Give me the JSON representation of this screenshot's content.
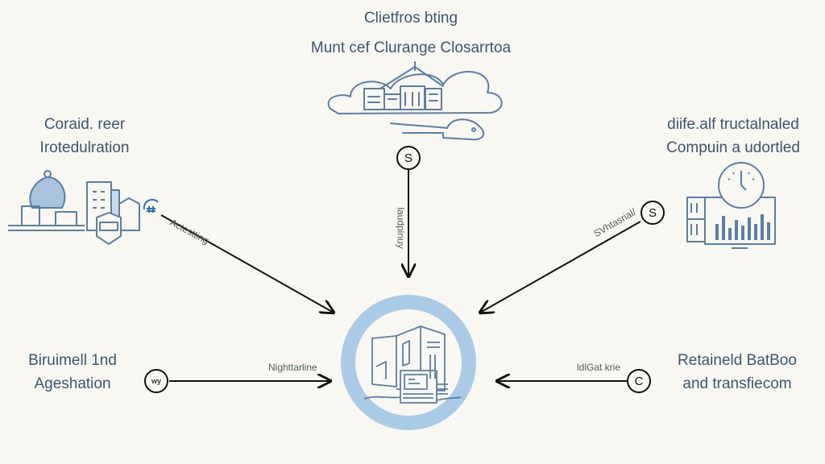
{
  "diagram": {
    "type": "hub-and-spoke",
    "colors": {
      "background": "#f8f7f2",
      "text": "#3d5670",
      "sketch": "#5a7fa3",
      "hub_ring": "#a9cbe6",
      "arrow": "#111111",
      "accent_icon": "#2f6fb3"
    },
    "top": {
      "title_line1": "Clietfros bting",
      "title_line2": "Munt cef Clurange Closarrtoa",
      "illustration": "cloud-building-icon",
      "node_symbol": "S",
      "edge_label": "laudpinuy"
    },
    "top_left": {
      "title_line1": "Coraid. reer",
      "title_line2": "Irotedulration",
      "illustration": "industrial-plant-icon",
      "node_symbol": "*",
      "edge_label": "Actestting"
    },
    "top_right": {
      "title_line1": "diife.alf tructalnaled",
      "title_line2": "Compuin a udortled",
      "illustration": "dashboard-gauge-icon",
      "node_symbol": "S",
      "edge_label": "SVhtasrial/"
    },
    "bottom_left": {
      "title_line1": "Biruimell 1nd",
      "title_line2": "Ageshation",
      "node_symbol": "wy",
      "edge_label": "Nighttarline"
    },
    "bottom_right": {
      "title_line1": "Retaineld BatBoo",
      "title_line2": "and transfiecom",
      "node_symbol": "C",
      "edge_label": "ldlGat krie"
    },
    "hub": {
      "illustration": "datacenter-building-icon"
    }
  }
}
